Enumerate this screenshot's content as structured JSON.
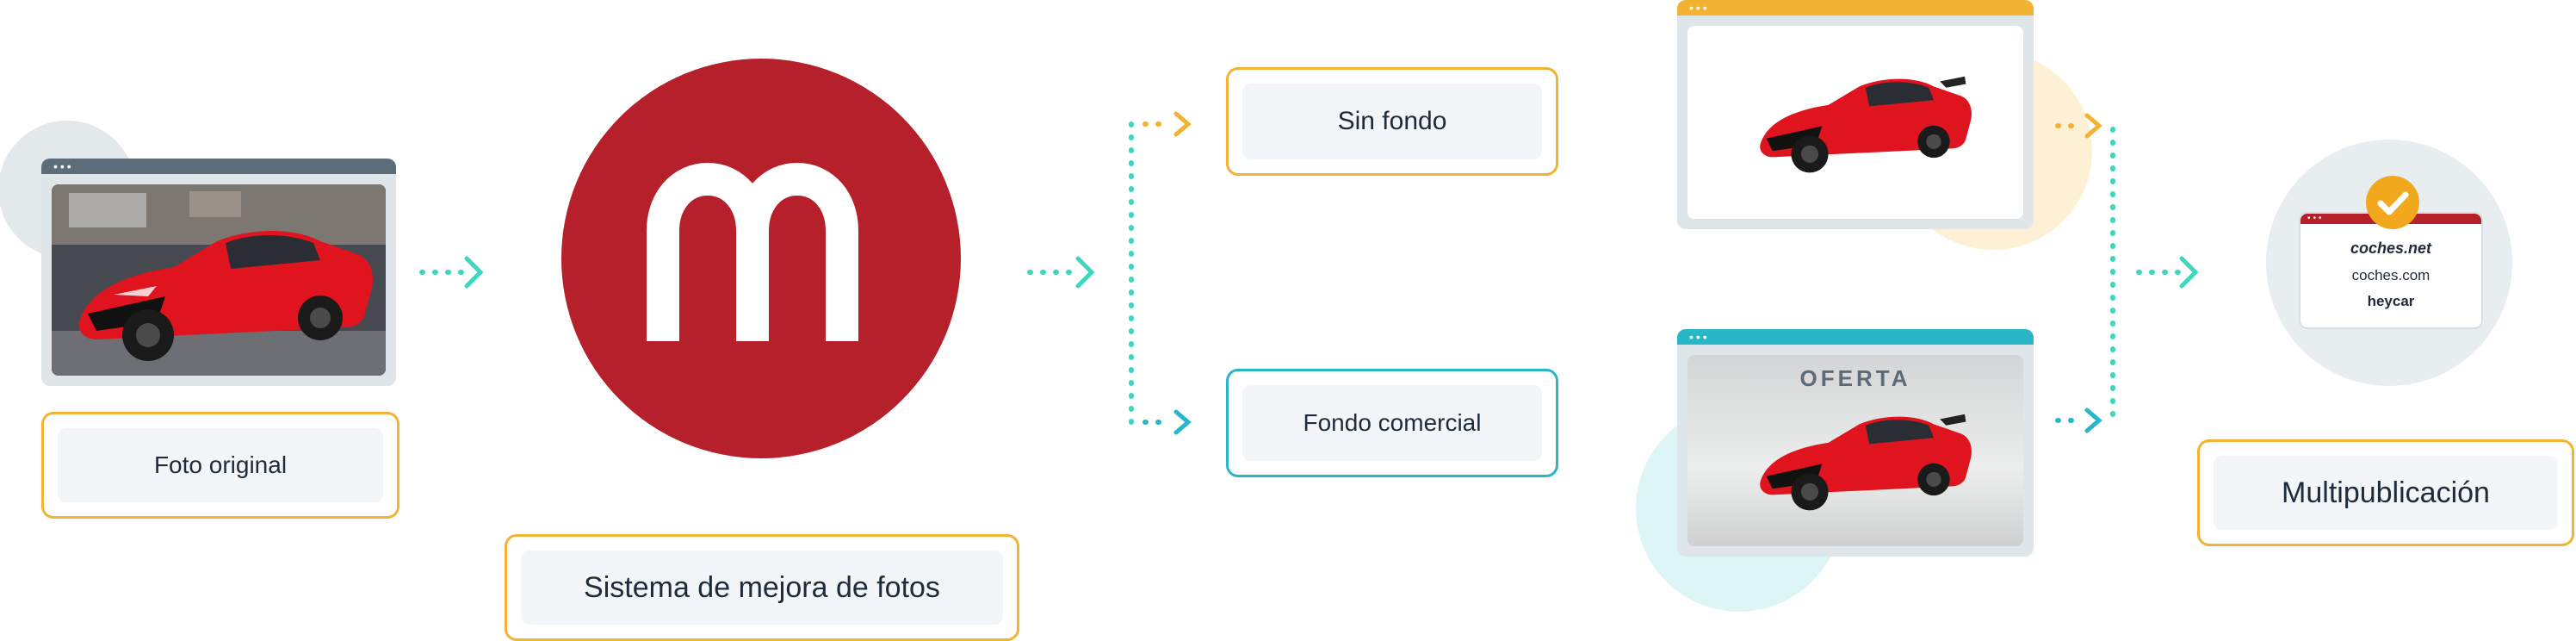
{
  "labels": {
    "original": "Foto original",
    "system": "Sistema de mejora de fotos",
    "no_background": "Sin fondo",
    "commercial_background": "Fondo comercial",
    "multipublish": "Multipublicación",
    "offer_banner": "OFERTA"
  },
  "portals": {
    "cochesnet": "coches.net",
    "cochescom": "coches.com",
    "heycar": "heycar"
  },
  "browser_dots": "•••",
  "logo_letter": "m",
  "colors": {
    "brand_red": "#b5202a",
    "yellow": "#f2b233",
    "teal": "#2ab6c9",
    "mint": "#3fd6c0",
    "browser_grey": "#5d6d7a",
    "light_grey": "#dfe6ea",
    "car_red": "#e0141e"
  },
  "icons": [
    "check-icon",
    "chevron-right-icon",
    "browser-window-icon"
  ]
}
